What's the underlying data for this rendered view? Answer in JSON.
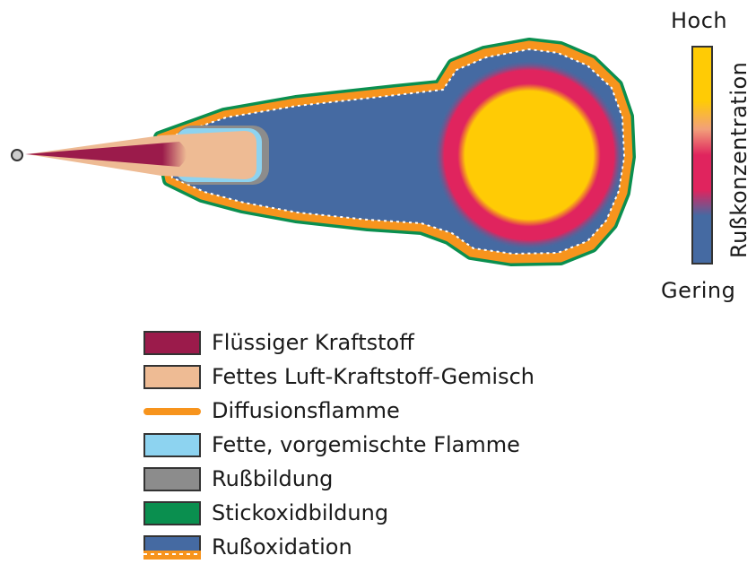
{
  "colors": {
    "liquid_fuel": "#9b1b4b",
    "rich_mixture": "#eebb94",
    "diffusion_flame": "#f7941d",
    "premixed_flame": "#8dd3f0",
    "soot_formation": "#8c8c8c",
    "nox_formation": "#0a8f4f",
    "soot_oxidation": "#456aa2",
    "soot_high": "#ffcb05",
    "soot_mid_high": "#f2a07a",
    "soot_mid": "#e0245e",
    "soot_low": "#456aa2"
  },
  "scale": {
    "high_label": "Hoch",
    "low_label": "Gering",
    "axis_label": "Rußkonzentration"
  },
  "legend": {
    "items": [
      {
        "label": "Flüssiger Kraftstoff",
        "color": "#9b1b4b",
        "kind": "box"
      },
      {
        "label": "Fettes Luft-Kraftstoff-Gemisch",
        "color": "#eebb94",
        "kind": "box"
      },
      {
        "label": "Diffusionsflamme",
        "color": "#f7941d",
        "kind": "line"
      },
      {
        "label": "Fette, vorgemischte Flamme",
        "color": "#8dd3f0",
        "kind": "box"
      },
      {
        "label": "Rußbildung",
        "color": "#8c8c8c",
        "kind": "box"
      },
      {
        "label": "Stickoxidbildung",
        "color": "#0a8f4f",
        "kind": "box"
      },
      {
        "label": "Rußoxidation",
        "color": "#456aa2",
        "kind": "compound",
        "accent": "#f7941d"
      }
    ]
  }
}
